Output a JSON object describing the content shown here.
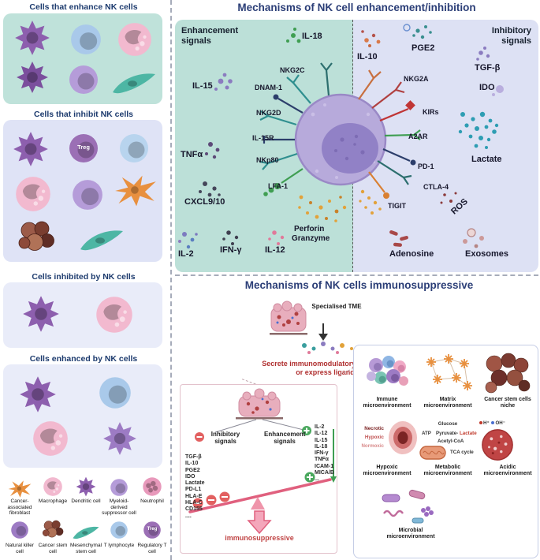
{
  "palette": {
    "navy_title": "#2b3e77",
    "teal_panel": "#bfe2da",
    "lavender_panel": "#dde1f4",
    "red_text": "#b03030",
    "pink_balance": "#e0607e",
    "green_plus": "#3f9e52"
  },
  "left_column": {
    "panel_enhance_title": "Cells that enhance NK cells",
    "panel_inhibit_title": "Cells that inhibit NK  cells",
    "panel_inhibited_title": "Cells inhibited by NK cells",
    "panel_enhanced_title": "Cells  enhanced by NK  cells",
    "treg_label": "Treg",
    "legend": [
      "Cancer-associated fibroblast",
      "Macrophage",
      "Dendritic cell",
      "Myeloid-derived suppressor cell",
      "Neutrophil",
      "Natural killer cell",
      "Cancer stem cell",
      "Mesenchymal stem cell",
      "T lymphocyte",
      "Regulatory T cell"
    ]
  },
  "mechanisms_panel": {
    "title": "Mechanisms of NK cell enhancement/inhibition",
    "enhancement_header": "Enhancement signals",
    "inhibitory_header": "Inhibitory signals",
    "enhancement_signals": [
      "IL-18",
      "IL-15",
      "NKG2C",
      "DNAM-1",
      "NKG2D",
      "IL-15R",
      "NKp80",
      "LFA-1",
      "TNFα",
      "CXCL9/10",
      "IL-2",
      "IFN-γ",
      "IL-12",
      "Perforin",
      "Granzyme"
    ],
    "inhibitory_signals": [
      "IL-10",
      "PGE2",
      "NKG2A",
      "TGF-β",
      "IDO",
      "KIRs",
      "A2AR",
      "Lactate",
      "PD-1",
      "CTLA-4",
      "TIGIT",
      "ROS",
      "Adenosine",
      "Exosomes"
    ]
  },
  "immunosuppressive_panel": {
    "title": "Mechanisms of NK cells immunosuppressive",
    "tme_label": "Specialised TME",
    "secrete_text": "Secrete immunomodulatory molecules  or express ligands",
    "balance": {
      "inhibitory_header": "Inhibitory signals",
      "enhancement_header": "Enhancement signals",
      "inhibitory_list": [
        "TGF-β",
        "IL-10",
        "PGE2",
        "IDO",
        "Lactate",
        "PD-L1",
        "HLA-E",
        "HLA-C",
        "CD155",
        "...."
      ],
      "enhancement_list": [
        "IL-2",
        "IL-12",
        "IL-15",
        "IL-18",
        "IFN-γ",
        "TNFα",
        "ICAM-1",
        "MICA/B",
        "..."
      ],
      "result_label": "immunosuppressive"
    },
    "microenvironments": {
      "immune_caption": "Immune microenvironment",
      "matrix_caption": "Matrix microenvironment",
      "cancer_stem_caption": "Cancer stem cells niche",
      "hypoxic_caption": "Hypoxic microenvironment",
      "metabolic_caption": "Metabolic microenvironment",
      "acidic_caption": "Acidic microenvironment",
      "microbial_caption": "Microbial microenvironment",
      "hypoxic_zones": [
        "Necrotic",
        "Hypoxic",
        "Normoxic"
      ],
      "metabolic_terms": {
        "glucose": "Glucose",
        "atp": "ATP",
        "pyruvate": "Pyruvate-",
        "lactate": "Lactate",
        "acetyl": "Acetyl-CoA",
        "tca": "TCA cycle"
      },
      "acidic_ions": {
        "h": "H⁺",
        "oh": "OH⁻"
      }
    }
  }
}
